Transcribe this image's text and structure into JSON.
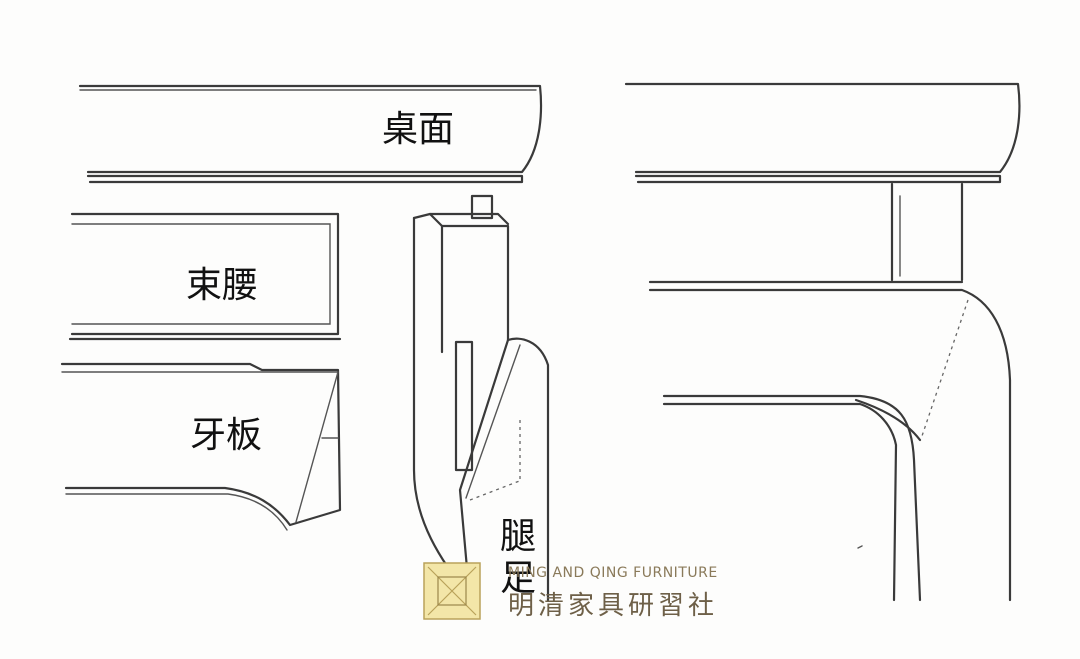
{
  "labels": {
    "tabletop": "桌面",
    "waist": "束腰",
    "apron": "牙板",
    "leg": "腿足"
  },
  "watermark": {
    "english": "MING AND QING FURNITURE",
    "chinese": "明清家具研習社"
  },
  "colors": {
    "ink": "#3a3a3a",
    "watermark": "#8a7a5a",
    "watermark_logo": "#e8d37a"
  }
}
